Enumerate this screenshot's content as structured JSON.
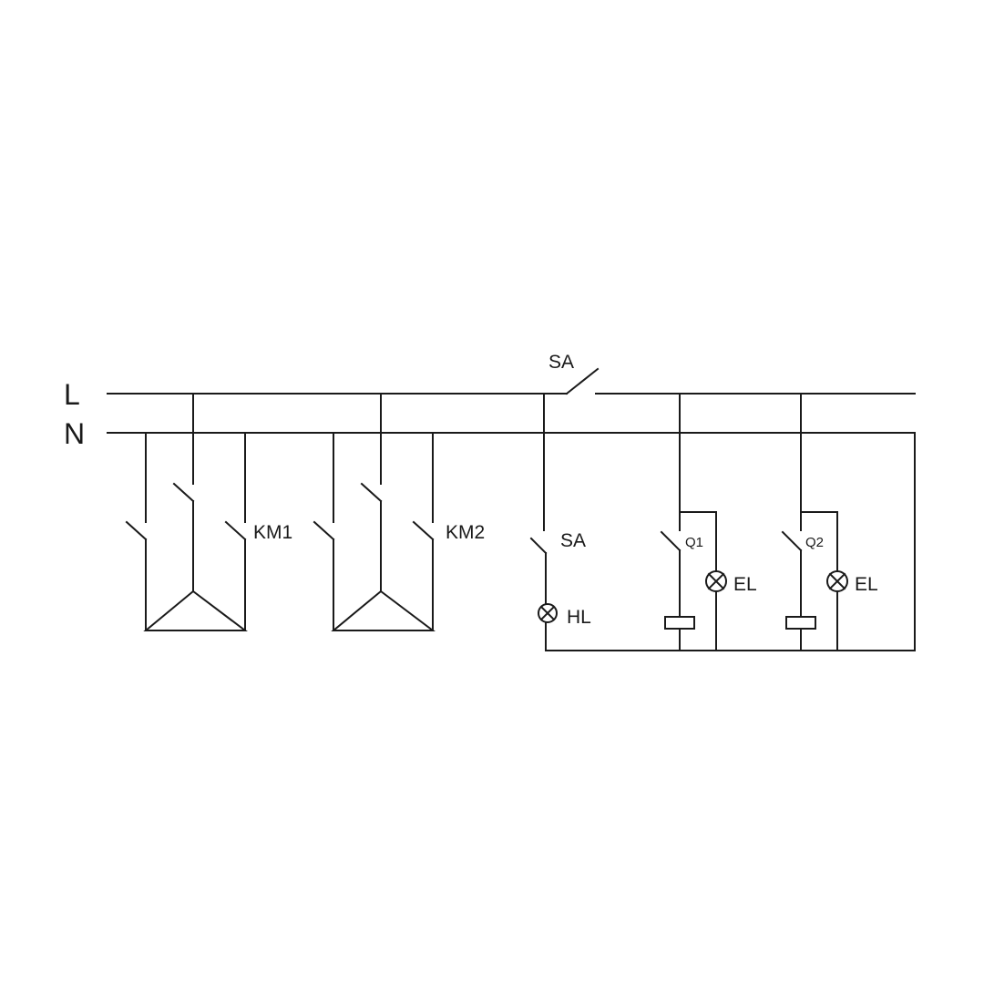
{
  "buses": {
    "line": "L",
    "neutral": "N"
  },
  "contactors": [
    {
      "label": "KM1"
    },
    {
      "label": "KM2"
    }
  ],
  "main_switch": {
    "label": "SA"
  },
  "indicator_branch": {
    "switch_label": "SA",
    "lamp_label": "HL"
  },
  "lighting_branches": [
    {
      "switch_label": "Q1",
      "lamp_label": "EL"
    },
    {
      "switch_label": "Q2",
      "lamp_label": "EL"
    }
  ],
  "colors": {
    "line": "#1a1a1a",
    "background": "#ffffff"
  }
}
